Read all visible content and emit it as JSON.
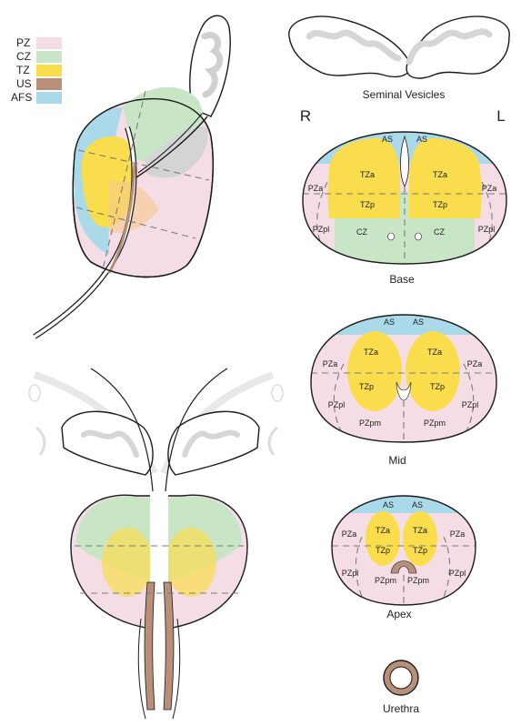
{
  "legend": [
    {
      "label": "PZ",
      "color": "#f5dde6"
    },
    {
      "label": "CZ",
      "color": "#c8e6c6"
    },
    {
      "label": "TZ",
      "color": "#fadd4d"
    },
    {
      "label": "US",
      "color": "#b8907a"
    },
    {
      "label": "AFS",
      "color": "#aadaea"
    }
  ],
  "colors": {
    "pz": "#f5dde6",
    "cz": "#c8e6c6",
    "tz": "#fadd4d",
    "us": "#b8907a",
    "afs": "#aadaea",
    "outline": "#1a1a1a",
    "dash": "#7a7a7a",
    "sv_fill": "#ffffff",
    "sv_inner": "#d6d6d6"
  },
  "orientation": {
    "right": "R",
    "left": "L"
  },
  "captions": {
    "seminal_vesicles": "Seminal Vesicles",
    "base": "Base",
    "mid": "Mid",
    "apex": "Apex",
    "urethra": "Urethra"
  },
  "base_labels": {
    "as_r": "AS",
    "as_l": "AS",
    "tza_r": "TZa",
    "tza_l": "TZa",
    "tzp_r": "TZp",
    "tzp_l": "TZp",
    "pza_r": "PZa",
    "pza_l": "PZa",
    "pzpl_r": "PZpl",
    "pzpl_l": "PZpl",
    "cz_r": "CZ",
    "cz_l": "CZ"
  },
  "mid_labels": {
    "as_r": "AS",
    "as_l": "AS",
    "tza_r": "TZa",
    "tza_l": "TZa",
    "tzp_r": "TZp",
    "tzp_l": "TZp",
    "pza_r": "PZa",
    "pza_l": "PZa",
    "pzpl_r": "PZpl",
    "pzpl_l": "PZpl",
    "pzpm_r": "PZpm",
    "pzpm_l": "PZpm"
  },
  "apex_labels": {
    "as_r": "AS",
    "as_l": "AS",
    "tza_r": "TZa",
    "tza_l": "TZa",
    "tzp_r": "TZp",
    "tzp_l": "TZp",
    "pza_r": "PZa",
    "pza_l": "PZa",
    "pzpl_r": "PZpl",
    "pzpl_l": "PZpl",
    "pzpm_r": "PZpm",
    "pzpm_l": "PZpm"
  }
}
